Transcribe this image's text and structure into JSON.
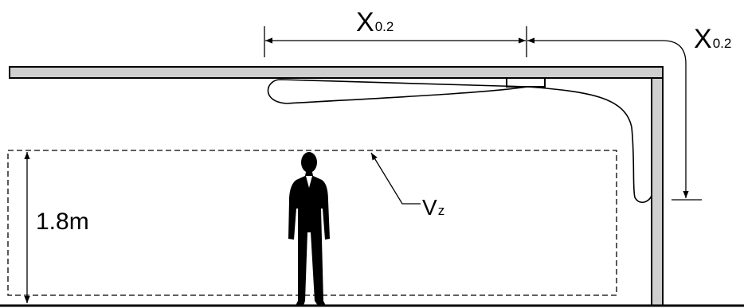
{
  "labels": {
    "throw_top": {
      "main": "X",
      "sub": "0.2"
    },
    "throw_side": {
      "main": "X",
      "sub": "0.2"
    },
    "height": "1.8m",
    "velocity": {
      "main": "V",
      "sub": "z"
    }
  },
  "colors": {
    "line": "#000000",
    "wall_fill": "#cfcfcf",
    "background": "#ffffff"
  },
  "icons": {
    "person": "person-silhouette-icon",
    "diffuser": "ceiling-diffuser-icon"
  }
}
